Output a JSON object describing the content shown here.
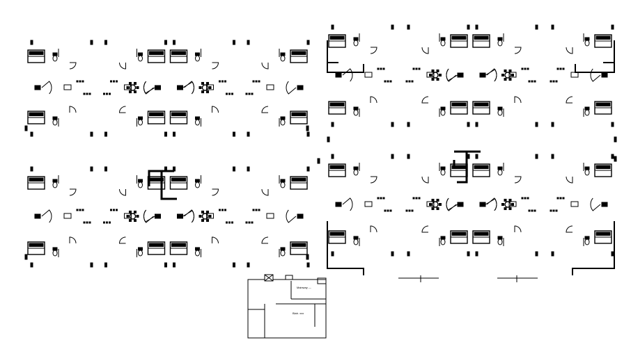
{
  "drawing": {
    "background": "#ffffff",
    "ink": "#000000",
    "plans": [
      {
        "id": "plan-top-left",
        "kind": "floor-plan"
      },
      {
        "id": "plan-top-right",
        "kind": "floor-plan"
      },
      {
        "id": "plan-bottom-left",
        "kind": "floor-plan"
      },
      {
        "id": "plan-bottom-right",
        "kind": "floor-plan"
      },
      {
        "id": "key-plan",
        "kind": "key-plan"
      }
    ],
    "key_plan": {
      "label_top": "Mainway ---",
      "label_mid": "Blah. xxx"
    }
  }
}
